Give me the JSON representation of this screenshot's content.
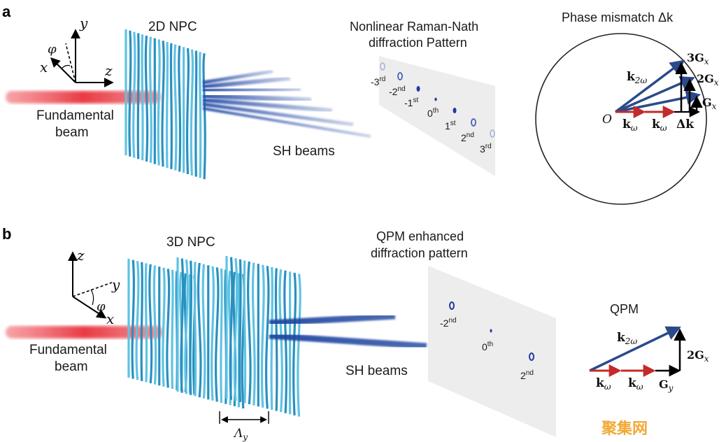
{
  "panel_a": {
    "label": "a",
    "axes": {
      "y": "y",
      "x": "x",
      "z": "z",
      "phi": "φ"
    },
    "fundamental_beam": [
      "Fundamental",
      "beam"
    ],
    "crystal_label": "2D NPC",
    "sh_beams_label": "SH beams",
    "pattern_title": [
      "Nonlinear Raman-Nath",
      "diffraction Pattern"
    ],
    "orders": [
      "-3",
      "-2",
      "-1",
      "0",
      "1",
      "2",
      "3"
    ],
    "order_suffixes": [
      "rd",
      "nd",
      "st",
      "th",
      "st",
      "nd",
      "rd"
    ],
    "phase_title": "Phase mismatch Δk",
    "vector_diagram": {
      "origin": "O",
      "k2w": "k",
      "k2w_sub": "2ω",
      "kw": "k",
      "kw_sub": "ω",
      "gx_labels": [
        "3G",
        "2G",
        "G"
      ],
      "gx_sub": "x",
      "dk": "Δk"
    }
  },
  "panel_b": {
    "label": "b",
    "axes": {
      "z": "z",
      "y": "y",
      "x": "x",
      "phi": "φ"
    },
    "fundamental_beam": [
      "Fundamental",
      "beam"
    ],
    "crystal_label": "3D NPC",
    "sh_beams_label": "SH beams",
    "pattern_title": [
      "QPM enhanced",
      "diffraction pattern"
    ],
    "orders": [
      "-2",
      "0",
      "2"
    ],
    "order_suffixes": [
      "nd",
      "th",
      "nd"
    ],
    "period_label": "Λ",
    "period_sub": "y",
    "qpm_title": "QPM",
    "vector_diagram": {
      "k2w": "k",
      "k2w_sub": "2ω",
      "kw": "k",
      "kw_sub": "ω",
      "gx": "2G",
      "gx_sub": "x",
      "gy": "G",
      "gy_sub": "y"
    }
  },
  "watermark": "聚集网",
  "colors": {
    "fundamental": "#e8303a",
    "sh_beam": "#2a4fa8",
    "crystal": "#3aa6cf",
    "vector_blue": "#2a4a8a",
    "vector_red": "#c42a2a",
    "watermark": "#f0a020"
  }
}
